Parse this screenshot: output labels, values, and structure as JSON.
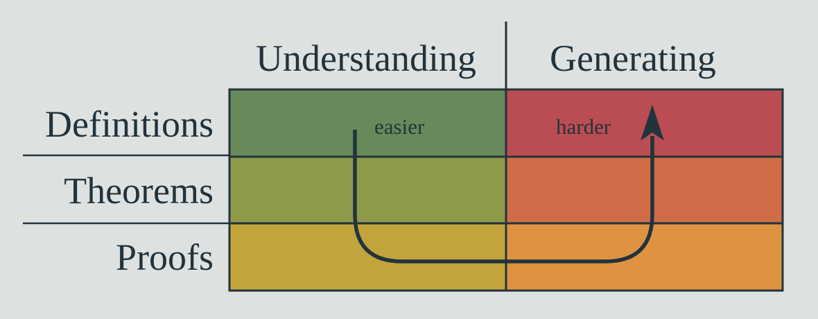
{
  "palette": {
    "background": "#dde2e1",
    "ink": "#22333c"
  },
  "matrix": {
    "columns": [
      {
        "label": "Understanding"
      },
      {
        "label": "Generating"
      }
    ],
    "rows": [
      {
        "label": "Definitions"
      },
      {
        "label": "Theorems"
      },
      {
        "label": "Proofs"
      }
    ],
    "cells": [
      {
        "row": "Definitions",
        "column": "Understanding",
        "color": "#68895a"
      },
      {
        "row": "Definitions",
        "column": "Generating",
        "color": "#ba4d53"
      },
      {
        "row": "Theorems",
        "column": "Understanding",
        "color": "#8f9a49"
      },
      {
        "row": "Theorems",
        "column": "Generating",
        "color": "#d06c48"
      },
      {
        "row": "Proofs",
        "column": "Understanding",
        "color": "#c1a43c"
      },
      {
        "row": "Proofs",
        "column": "Generating",
        "color": "#de9340"
      }
    ]
  },
  "annotations": {
    "easier_label": "easier",
    "harder_label": "harder"
  }
}
